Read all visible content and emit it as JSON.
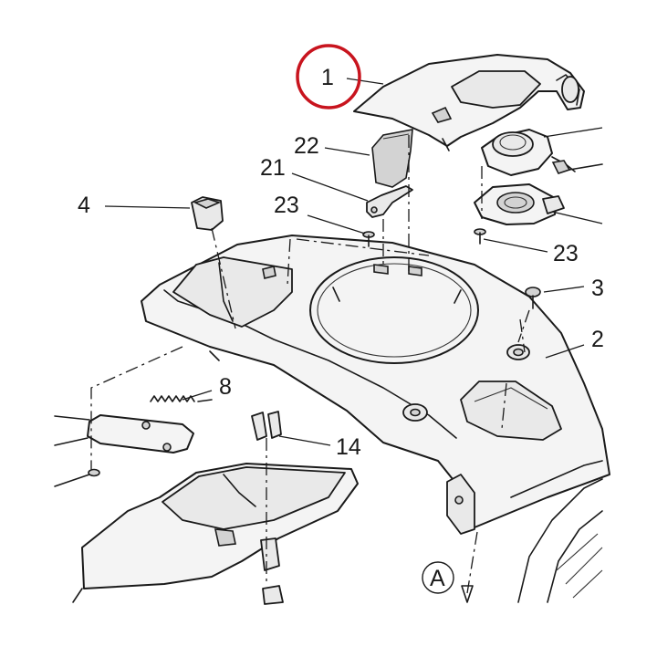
{
  "callouts": {
    "c1": "1",
    "c22": "22",
    "c21": "21",
    "c4": "4",
    "c23a": "23",
    "c23b": "23",
    "c3": "3",
    "c2": "2",
    "c8": "8",
    "c14": "14",
    "cA": "A"
  },
  "colors": {
    "highlight_circle": "#c8141e",
    "line": "#1a1a1a",
    "part_fill": "#f4f4f4"
  }
}
